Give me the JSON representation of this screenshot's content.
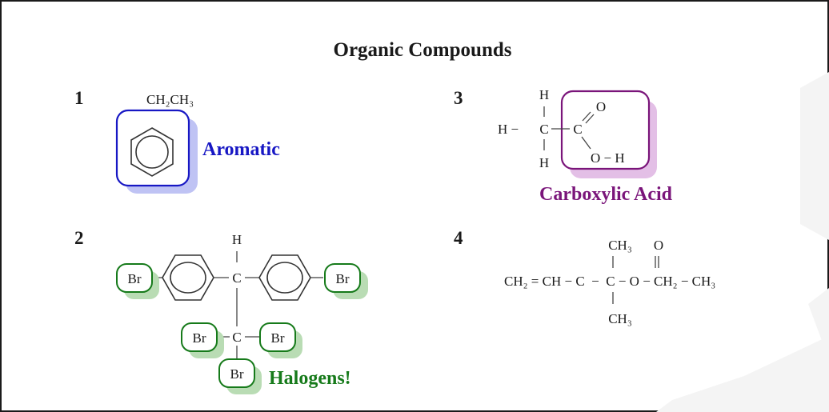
{
  "title": "Organic Compounds",
  "compounds": [
    {
      "number": "1",
      "substituent": "CH₂CH₃",
      "label": "Aromatic",
      "label_color": "#1717c4",
      "highlight_color": "#bfc3f4"
    },
    {
      "number": "2",
      "atoms": {
        "h": "H",
        "c_top": "C",
        "c_bottom": "C",
        "br": "Br"
      },
      "label": "Halogens!",
      "label_color": "#167a1a",
      "highlight_color": "#b9dcb4"
    },
    {
      "number": "3",
      "atoms": {
        "h": "H",
        "c": "C",
        "o": "O",
        "oh": "O − H",
        "h_minus": "H −"
      },
      "label": "Carboxylic Acid",
      "label_color": "#7a157a",
      "highlight_color": "#e3bfe6"
    },
    {
      "number": "4",
      "top_groups": {
        "ch3": "CH₃",
        "o": "O"
      },
      "main_chain": "CH₂ = CH − C  −  C − O − CH₂ − CH₃",
      "bottom_group": "CH₃"
    }
  ]
}
